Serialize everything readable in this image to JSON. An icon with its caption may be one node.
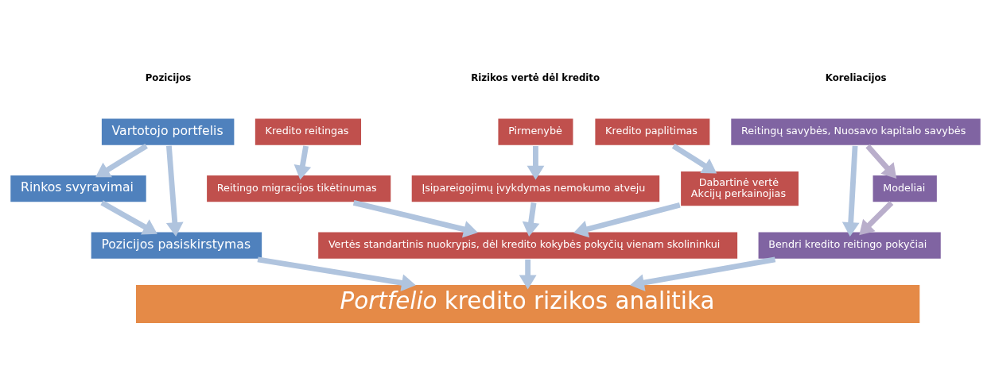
{
  "diagram": {
    "nodes": [
      {
        "text": [
          "Vartotojo portfelis"
        ]
      },
      {
        "text": [
          "Rinkos svyravimai"
        ]
      },
      {
        "text": [
          "Pozicijos pasiskirstymas"
        ]
      },
      {
        "text": [
          "Kredito reitingas"
        ]
      },
      {
        "text": [
          "Pirmenybė"
        ]
      },
      {
        "text": [
          "Kredito paplitimas"
        ]
      },
      {
        "text": [
          "Reitingo migracijos tikėtinumas"
        ]
      },
      {
        "text": [
          "Įsipareigojimų įvykdymas nemokumo atveju"
        ]
      },
      {
        "text": [
          "Dabartinė vertė",
          "Akcijų perkainojias"
        ]
      },
      {
        "text": [
          "Vertės standartinis nuokrypis, dėl kredito kokybės pokyčių vienam skolininkui"
        ]
      },
      {
        "text": [
          "Reitingų savybės, Nuosavo kapitalo savybės"
        ]
      },
      {
        "text": [
          "Modeliai"
        ]
      },
      {
        "text": [
          "Bendri kredito reitingo pokyčiai"
        ]
      },
      {
        "text": [
          "*Portfelio* kredito rizikos analitika"
        ]
      }
    ],
    "edges": [
      {
        "from": 0,
        "to": 1,
        "arrow": "to"
      },
      {
        "from": 1,
        "to": 2,
        "arrow": "to"
      },
      {
        "from": 0,
        "to": 2,
        "arrow": "to"
      },
      {
        "from": 3,
        "to": 6,
        "arrow": "to"
      },
      {
        "from": 4,
        "to": 7,
        "arrow": "to"
      },
      {
        "from": 5,
        "to": 8,
        "arrow": "to"
      },
      {
        "from": 6,
        "to": 9,
        "arrow": "to"
      },
      {
        "from": 7,
        "to": 9,
        "arrow": "to"
      },
      {
        "from": 8,
        "to": 9,
        "arrow": "to"
      },
      {
        "from": 10,
        "to": 11,
        "arrow": "to",
        "color": "#b9aecb"
      },
      {
        "from": 11,
        "to": 12,
        "arrow": "to",
        "color": "#b9aecb"
      },
      {
        "from": 10,
        "to": 12,
        "arrow": "to"
      },
      {
        "from": 2,
        "to": 13,
        "arrow": "to"
      },
      {
        "from": 9,
        "to": 13,
        "arrow": "to"
      },
      {
        "from": 12,
        "to": 13,
        "arrow": "to"
      }
    ],
    "labels": [
      "Pozicijos",
      "Rizikos vertė dėl kredito",
      "Koreliacijos"
    ]
  }
}
